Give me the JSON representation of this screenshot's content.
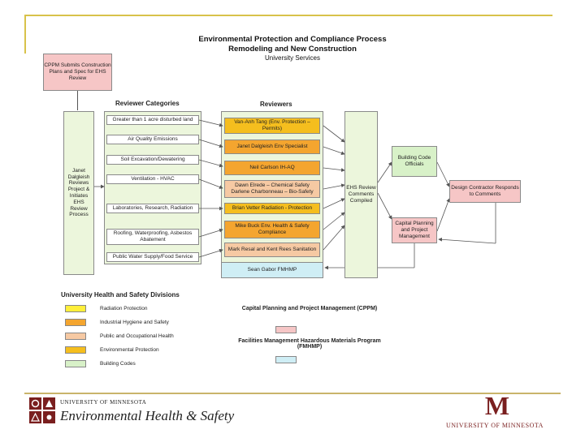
{
  "title": {
    "line1": "Environmental Protection and Compliance Process",
    "line2": "Remodeling and New Construction",
    "line3": "University Services"
  },
  "cppm_box": "CPPM Submits Construction Plans and Spec for EHS Review",
  "left_column": "Janet Dalgleish Reviews Project & Initiates EHS Review Process",
  "headings": {
    "categories": "Reviewer Categories",
    "reviewers": "Reviewers"
  },
  "categories": [
    "Greater than 1 acre disturbed land",
    "Air Quality Emissions",
    "Soil Excavation/Dewatering",
    "Ventilation - HVAC",
    "Laboratories, Research, Radiation",
    "Roofing, Waterproofing, Asbestos Abatement",
    "Public Water Supply/Food Service"
  ],
  "reviewers": [
    "Van-Anh Tang (Env. Protection – Permits)",
    "Janet Dalgleish Env Specialist",
    "Neil Carlson IH-AQ",
    "Dawn Elrede – Chemical Safety Darlene Charbonneau – Bio-Safety",
    "Brian Vetter Radiation - Protection",
    "Mike Buck Env. Health & Safety Compliance",
    "Mark Resal and Kent Rees Sanitation",
    "Sean Gabor FMHMP"
  ],
  "ehs_column": "EHS Review Comments Compiled",
  "building_code": "Building Code Officials",
  "capital_planning": "Capital Planning and Project Management",
  "design_contractor": "Design Contractor Responds to Comments",
  "legend": {
    "title": "University Health and Safety Divisions",
    "items": [
      {
        "label": "Radiation Protection",
        "color": "#ffef3a"
      },
      {
        "label": "Industrial Hygiene and Safety",
        "color": "#f4a52f"
      },
      {
        "label": "Public and Occupational Health",
        "color": "#f6c9a3"
      },
      {
        "label": "Environmental Protection",
        "color": "#f5be1e"
      },
      {
        "label": "Building Codes",
        "color": "#d8f1c8"
      }
    ],
    "cppm_label": "Capital Planning and Project Management (CPPM)",
    "fmhmp_label": "Facilities Management Hazardous Materials Program (FMHMP)"
  },
  "footer": {
    "univ_small": "UNIVERSITY OF MINNESOTA",
    "ehs": "Environmental Health & Safety",
    "univ_right": "UNIVERSITY OF MINNESOTA",
    "logo_letter": "M"
  }
}
